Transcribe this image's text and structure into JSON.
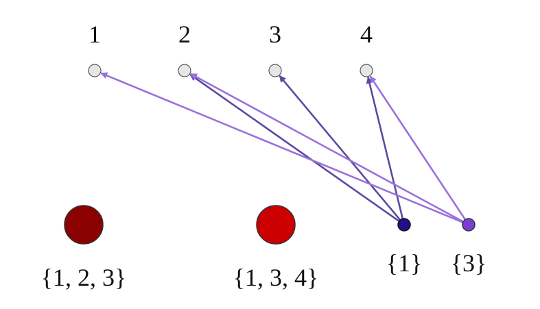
{
  "diagram": {
    "top_labels": [
      "1",
      "2",
      "3",
      "4"
    ],
    "set_labels": {
      "set_a": "{1, 2, 3}",
      "set_b": "{1, 3, 4}",
      "singleton_1": "{1}",
      "singleton_3": "{3}"
    },
    "colors": {
      "top_node_fill": "#e6e6e6",
      "top_node_stroke": "#555555",
      "set_a": "#8b0000",
      "set_b": "#cc0000",
      "singleton_1": "#22108a",
      "singleton_3": "#7a3fd0",
      "edge_dark": "#5a4aa0",
      "edge_light": "#9a70dc"
    },
    "edges": [
      {
        "from": "singleton_1",
        "to": "2"
      },
      {
        "from": "singleton_1",
        "to": "3"
      },
      {
        "from": "singleton_1",
        "to": "4"
      },
      {
        "from": "singleton_3",
        "to": "1"
      },
      {
        "from": "singleton_3",
        "to": "2"
      },
      {
        "from": "singleton_3",
        "to": "4"
      }
    ]
  }
}
